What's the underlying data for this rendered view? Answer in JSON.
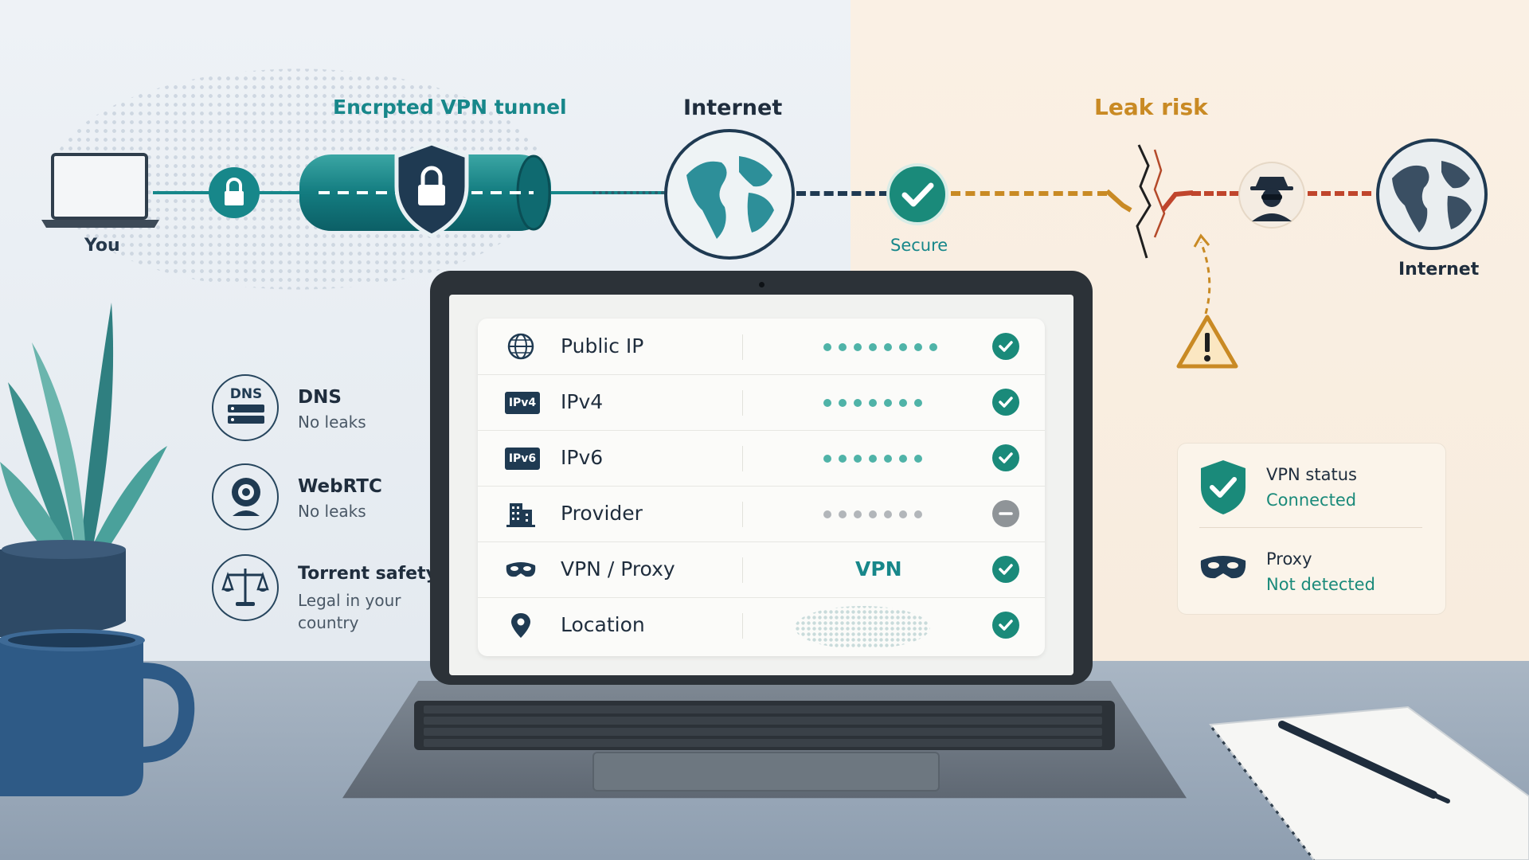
{
  "diagram": {
    "you_label": "You",
    "tunnel_label": "Encrpted VPN tunnel",
    "internet_label_1": "Internet",
    "secure_label": "Secure",
    "leak_label": "Leak risk",
    "internet_label_2": "Internet"
  },
  "checks": [
    {
      "icon": "globe-icon",
      "label": "Public IP",
      "dots": 8,
      "status": "ok"
    },
    {
      "icon": "ipv4-icon",
      "icon_text": "IPv4",
      "label": "IPv4",
      "dots": 7,
      "status": "ok"
    },
    {
      "icon": "ipv6-icon",
      "icon_text": "IPv6",
      "label": "IPv6",
      "dots": 7,
      "status": "ok"
    },
    {
      "icon": "building-icon",
      "label": "Provider",
      "dots": 7,
      "status": "neutral"
    },
    {
      "icon": "mask-icon",
      "label": "VPN / Proxy",
      "value": "VPN",
      "status": "ok"
    },
    {
      "icon": "location-pin-icon",
      "label": "Location",
      "status": "ok"
    }
  ],
  "left_items": [
    {
      "icon": "dns-icon",
      "icon_text": "DNS",
      "title": "DNS",
      "detail": "No leaks"
    },
    {
      "icon": "webcam-icon",
      "title": "WebRTC",
      "detail": "No leaks"
    },
    {
      "icon": "scales-icon",
      "title": "Torrent safety",
      "detail_line1": "Legal in your",
      "detail_line2": "country"
    }
  ],
  "status_panel": {
    "vpn_title": "VPN status",
    "vpn_value": "Connected",
    "proxy_title": "Proxy",
    "proxy_value": "Not detected"
  },
  "colors": {
    "teal": "#17878a",
    "navy": "#1f3a52",
    "orange": "#c98a24",
    "red": "#c0452c",
    "green": "#1a8a7a"
  }
}
